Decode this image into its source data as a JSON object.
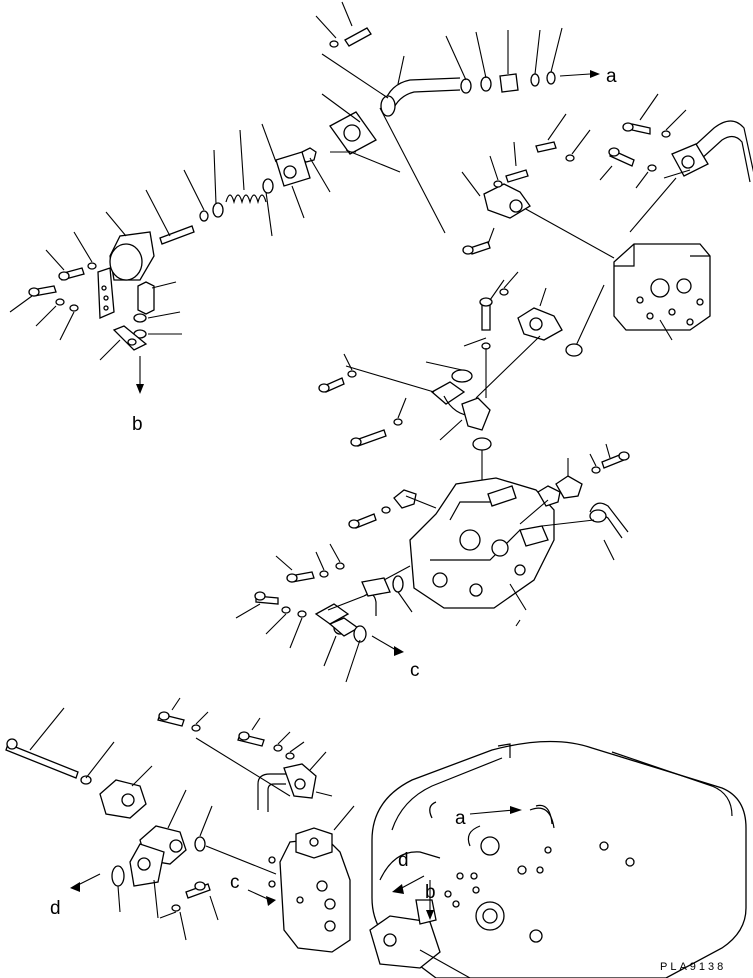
{
  "diagram": {
    "reference_letters": {
      "a_top": "a",
      "b_left": "b",
      "c_mid": "c",
      "c_bottom": "c",
      "d_left": "d",
      "a_housing": "a",
      "d_housing": "d",
      "b_housing": "b"
    },
    "drawing_code": "PLA9138"
  }
}
